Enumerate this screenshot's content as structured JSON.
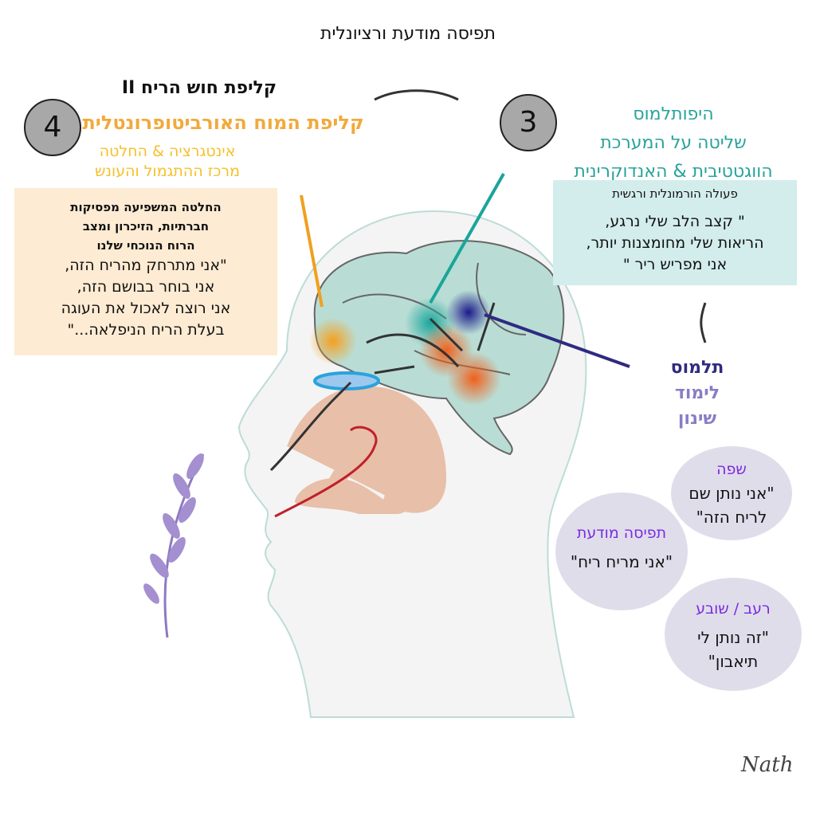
{
  "title": "תפיסה מודעת ורציונלית",
  "section4": {
    "number": "4",
    "label": "קליפת חוש הריח  II",
    "region": "קליפת המוח האורביטופרונטלית",
    "functions": [
      "אינטגרציה & החלטה",
      "מרכז ההתגמול והעונש"
    ],
    "box_heading": [
      "החלטה המשפיעה מפסיקות",
      "חברתיות, הזיכרון ומצב",
      "הרוח הנוכחי שלנו"
    ],
    "box_quote": [
      "\"אני מתרחק מהריח הזה,",
      "אני בוחר בבושם הזה,",
      "אני רוצה לאכול את העוגה",
      "בעלת הריח הניפלאה...\""
    ]
  },
  "section3": {
    "number": "3",
    "region": [
      "היפותלמוס",
      "שליטה על המערכת",
      "הווגטטיבית & האנדוקרינית"
    ],
    "box_heading": "פעולה הורמונלית ורגשית",
    "box_quote": [
      "\" קצב הלב שלי נרגע,",
      "הריאות שלי מחומצנות יותר,",
      "אני מפריש ריר \""
    ]
  },
  "thalamus": {
    "name": "תלמוס",
    "functions": [
      "לימוד",
      "שינון"
    ]
  },
  "bubbles": [
    {
      "title": "שפה",
      "lines": [
        "\"אני נותן שם",
        "לריח הזה\""
      ]
    },
    {
      "title": "תפיסה מודעת",
      "lines": [
        "\"אני מריח ריח\""
      ]
    },
    {
      "title": "רעב / שובע",
      "lines": [
        "\"זה נותן לי",
        "תיאבון\""
      ]
    }
  ],
  "logo": "Nath",
  "colors": {
    "orange": "#f2a93b",
    "teal": "#27a39b",
    "navy": "#2f2a80",
    "purple": "#7a2be0",
    "brain": "#b9ddd5"
  }
}
